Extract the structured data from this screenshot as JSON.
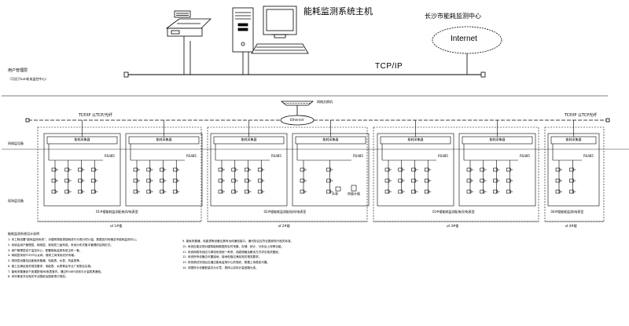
{
  "top": {
    "host_title": "能耗监测系统主机",
    "center_title": "长沙市能耗监测中心",
    "internet_label": "Internet",
    "tcpip_label": "TCP/IP",
    "user_layer_label": "用户管理层",
    "user_layer_note": "（可设于Ium机电监控中心）"
  },
  "network": {
    "ethernet_label": "Ethernet",
    "switch_label": "网络交换机",
    "left_fiber_label": "TCP/IP 以TCP/光纤",
    "right_fiber_label": "TCP/IP 以TCP光纤",
    "network_layer_label": "网络层设备",
    "field_layer_label": "现场层设备"
  },
  "groups": [
    {
      "caption": "01#楼能耗监测配电间/电表室",
      "sub": "ut 1#楼"
    },
    {
      "caption": "02#楼能耗监测配电间/电表室",
      "sub": "ut 2#楼"
    },
    {
      "caption": "03#楼能耗监测配电间/电表室",
      "sub": "ut 3#楼"
    },
    {
      "caption": "04#楼能耗监测/电表室",
      "sub": "ut 4#楼"
    }
  ],
  "panels": [
    {
      "header": "能耗采集器",
      "bus": "RS485"
    },
    {
      "header": "能耗采集器",
      "bus": "RS485"
    },
    {
      "header": "能耗采集器",
      "bus": "RS485"
    },
    {
      "header": "能耗采集器",
      "bus": "RS485"
    },
    {
      "header": "能耗采集器",
      "bus": "RS485"
    },
    {
      "header": "能耗采集器",
      "bus": "RS485"
    },
    {
      "header": "能耗采集器",
      "bus": "RS485"
    }
  ],
  "meters": {
    "water_label": "水表",
    "heat_label": "热量计量"
  },
  "notes": {
    "heading": "能耗监测系统设计说明",
    "left": [
      "1. 本工程设置“能耗监测系统”，对建筑物各类能耗进行分类分项计量，数据实时传输至市能耗监测中心。",
      "2. 系统由用户管理层、网络层、现场层三级构成，采用分布式集中管理的结构形式。",
      "3. 用户管理层设于监控中心，配置能耗监测系统主机一套。",
      "4. 网络层采用TCP/IP以太网，楼栋之间采用光纤传输。",
      "5. 现场层设备包括能耗采集器、电能表、水表、热量表等。",
      "6. 施工应满足相关规范要求，电能表、水表等由专业厂家配合实施。",
      "7. 能耗采集器设于各楼配电间/电表室内，通过RS485总线与计量表具通信。",
      "8. 未尽事宜详见相关专业图纸及国家现行规范。"
    ],
    "right": [
      "9. 能耗采集器、电能表等设备应具有远传通信接口，通讯协议应符合国家现行相关标准。",
      "10. 系统应能实现对建筑能耗数据的实时采集、存储、统计、分析及上传等功能。",
      "11. 系统网络布线应与弱电系统统一考虑，线缆规格及敷设方式详见相关图纸。",
      "12. 系统所有设备应可靠接地，接地电阻应满足相关规范要求。",
      "13. 系统调试完成后应通过能耗监测中心的验收，数据上传稳定可靠。",
      "14. 本图所示设备数量仅为示意，具体以实际计量回路为准。"
    ]
  }
}
